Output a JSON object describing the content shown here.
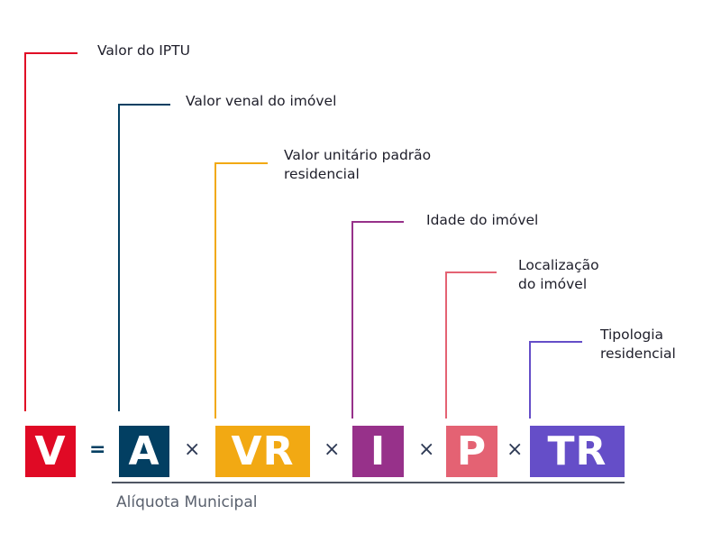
{
  "formula": {
    "terms": [
      {
        "symbol": "V",
        "label": "Valor do IPTU",
        "color": "#e00a25"
      },
      {
        "symbol": "A",
        "label": "Valor venal do imóvel",
        "color": "#023f62"
      },
      {
        "symbol": "VR",
        "label": "Valor unitário padrão\nresidencial",
        "color": "#f2a913"
      },
      {
        "symbol": "I",
        "label": "Idade do imóvel",
        "color": "#97318a"
      },
      {
        "symbol": "P",
        "label": "Localização\ndo imóvel",
        "color": "#e46273"
      },
      {
        "symbol": "TR",
        "label": "Tipologia\nresidencial",
        "color": "#654ec8"
      }
    ],
    "operators": {
      "equals": "=",
      "times": "×"
    },
    "bracket_label": "Alíquota Municipal"
  }
}
